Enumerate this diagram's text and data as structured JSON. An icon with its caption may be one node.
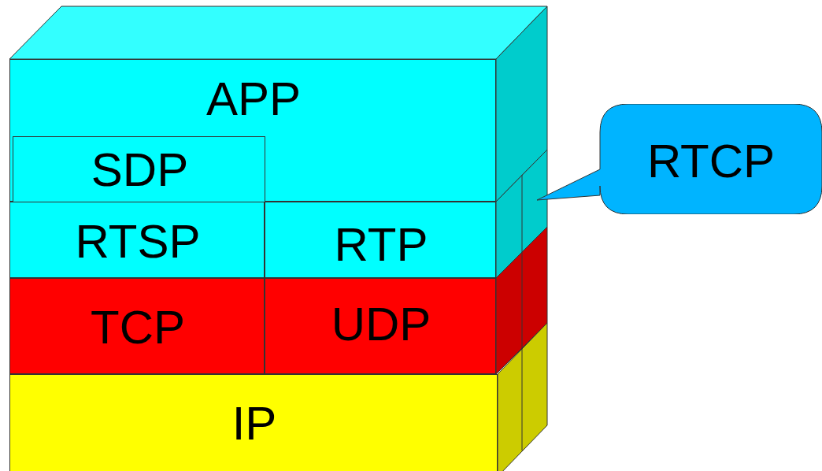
{
  "diagram": {
    "nodes": [
      {
        "text": [
          "APP"
        ]
      },
      {
        "text": [
          "SDP"
        ],
        "in": 0
      },
      {
        "text": [
          "RTSP"
        ]
      },
      {
        "text": [
          "RTP"
        ]
      },
      {
        "text": [
          "TCP"
        ]
      },
      {
        "text": [
          "UDP"
        ]
      },
      {
        "text": [
          "IP"
        ]
      },
      {
        "text": [
          "RTCP"
        ]
      }
    ]
  }
}
